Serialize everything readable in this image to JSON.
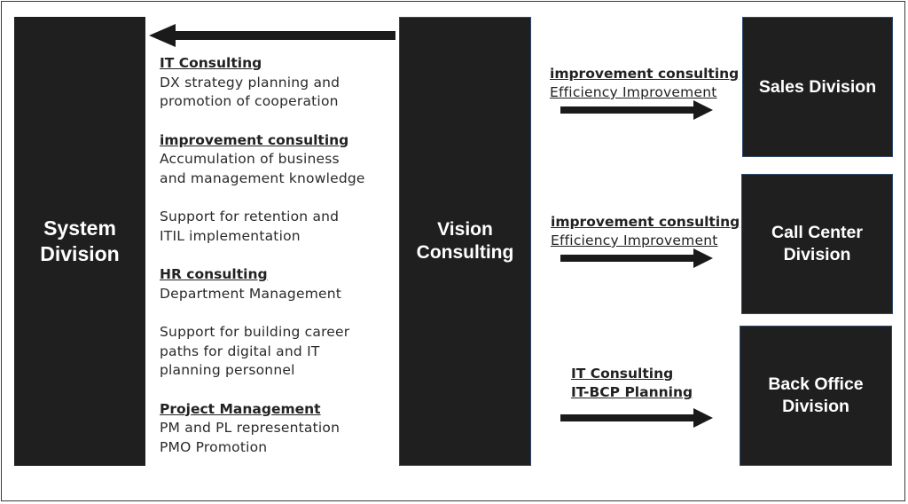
{
  "boxes": {
    "system": "System\nDivision",
    "vision": "Vision\nConsulting",
    "sales": "Sales Division",
    "callcenter": "Call Center\nDivision",
    "backoffice": "Back Office\nDivision"
  },
  "services": {
    "it": {
      "heading": "IT Consulting",
      "lines": "DX strategy planning and\npromotion of cooperation"
    },
    "improvement": {
      "heading": "improvement consulting",
      "lines": "Accumulation of business\nand management knowledge",
      "extra": "Support for retention and\nITIL implementation"
    },
    "hr": {
      "heading": "HR consulting",
      "lines": "Department Management",
      "extra": "Support for building career\npaths for digital and IT\nplanning personnel"
    },
    "pm": {
      "heading": "Project Management",
      "lines": "PM and PL representation\nPMO Promotion"
    }
  },
  "right_labels": {
    "sales": {
      "heading": "improvement consulting",
      "sub": "Efficiency Improvement"
    },
    "callcenter": {
      "heading": "improvement consulting",
      "sub": "Efficiency Improvement"
    },
    "backoffice": {
      "line1": "IT Consulting",
      "line2": "IT-BCP Planning"
    }
  },
  "colors": {
    "box_fill": "#1f1f1f",
    "arrow": "#1a1a1a",
    "box_border_accent": "#2e4a6e"
  }
}
